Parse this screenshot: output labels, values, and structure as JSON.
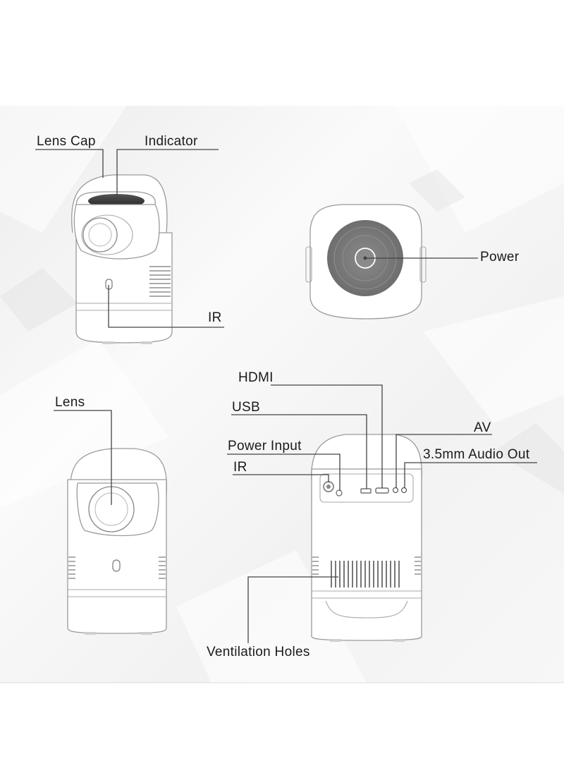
{
  "labels": {
    "lens_cap": "Lens Cap",
    "indicator": "Indicator",
    "power": "Power",
    "ir_top": "IR",
    "lens": "Lens",
    "hdmi": "HDMI",
    "usb": "USB",
    "av": "AV",
    "power_input": "Power Input",
    "audio_out": "3.5mm Audio Out",
    "ir_back": "IR",
    "ventilation": "Ventilation Holes"
  },
  "colors": {
    "background": "#ffffff",
    "panel": "#f4f4f4",
    "outline": "#9a9a9a",
    "leader": "#444444",
    "power_disc": "#7d7d7d"
  }
}
